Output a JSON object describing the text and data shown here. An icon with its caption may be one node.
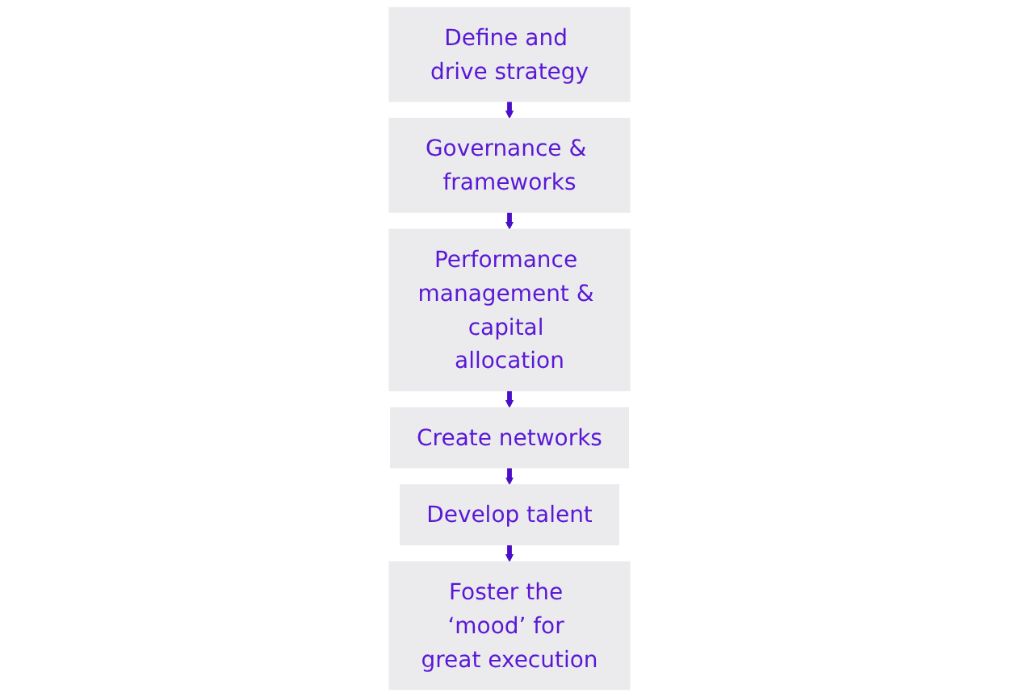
{
  "diagram": {
    "nodes": [
      {
        "text": [
          "Define and drive strategy"
        ]
      },
      {
        "text": [
          "Governance & frameworks"
        ]
      },
      {
        "text": [
          "Performance management & capital allocation"
        ]
      },
      {
        "text": [
          "Create networks"
        ]
      },
      {
        "text": [
          "Develop talent"
        ]
      },
      {
        "text": [
          "Foster the ‘mood’ for great execution"
        ]
      }
    ],
    "edges": [
      {
        "from": 0,
        "to": 1,
        "arrow": "to"
      },
      {
        "from": 1,
        "to": 2,
        "arrow": "to"
      },
      {
        "from": 2,
        "to": 3,
        "arrow": "to"
      },
      {
        "from": 3,
        "to": 4,
        "arrow": "to"
      },
      {
        "from": 4,
        "to": 5,
        "arrow": "to"
      }
    ]
  }
}
